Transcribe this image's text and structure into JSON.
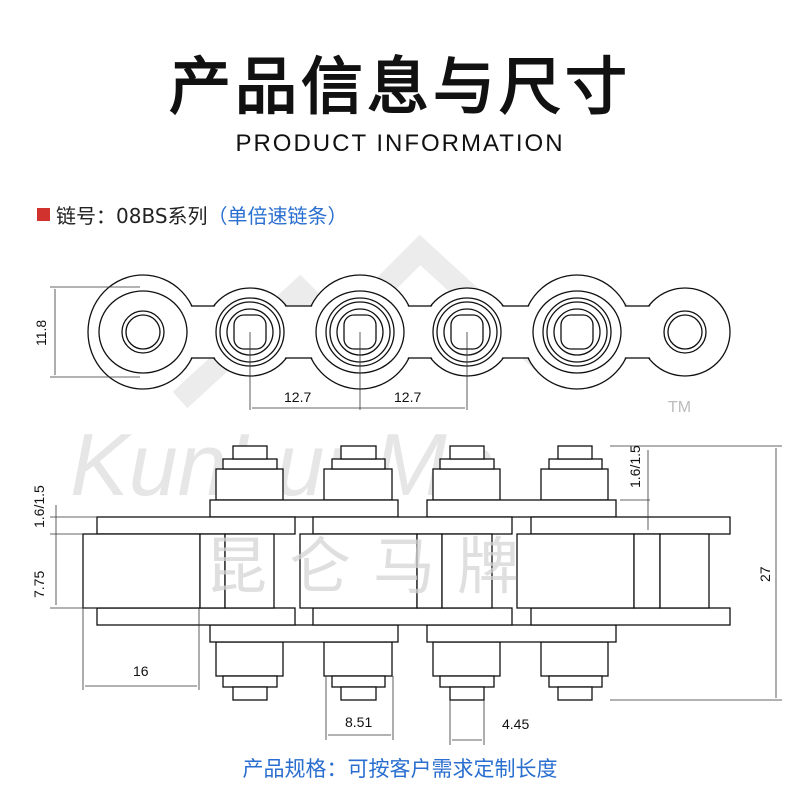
{
  "header": {
    "title": "产品信息与尺寸",
    "subtitle": "PRODUCT INFORMATION"
  },
  "chain": {
    "label": "链号：08BS系列",
    "note": "（单倍速链条）"
  },
  "watermark": {
    "brand_en": "KunLunMa",
    "brand_cn": "昆仑马牌",
    "tm": "TM"
  },
  "dimensions": {
    "height": "11.8",
    "pitch_1": "12.7",
    "pitch_2": "12.7",
    "plate_thickness_left": "1.6/1.5",
    "plate_thickness_right": "1.6/1.5",
    "inner_width": "7.75",
    "overall_width": "27",
    "roller_offset": "16",
    "roller_diameter": "8.51",
    "pin_diameter": "4.45"
  },
  "footer": {
    "spec": "产品规格：可按客户需求定制长度"
  },
  "colors": {
    "accent_red": "#d2322d",
    "accent_blue": "#2a6fd0"
  }
}
